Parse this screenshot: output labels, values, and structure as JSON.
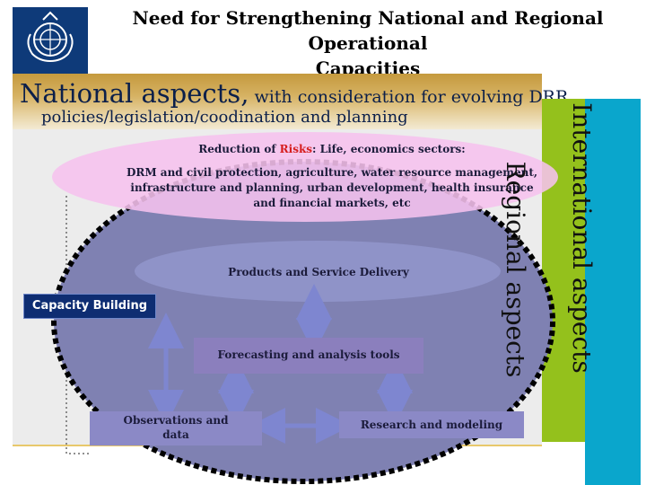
{
  "header": {
    "title_line1": "Need for Strengthening National and Regional Operational",
    "title_line2": "Capacities"
  },
  "national": {
    "heading": "National aspects,",
    "heading_cont": " with consideration for evolving DRR",
    "line2": "policies/legislation/coodination and planning"
  },
  "risk": {
    "prefix": "Reduction of ",
    "highlight": "Risks",
    "suffix": ": Life, economics sectors:",
    "line2": "DRM and civil protection, agriculture, water resource management,",
    "line3": "infrastructure and planning, urban development, health insurance",
    "line4": "and financial markets, etc"
  },
  "products_label": "Products and Service Delivery",
  "capacity_label": "Capacity Building",
  "forecasting_label": "Forecasting and analysis tools",
  "observations": {
    "line1": "Observations and",
    "line2": "data"
  },
  "research_label": "Research and modeling",
  "regional_label": "Regional aspects",
  "international_label": "International aspects",
  "colors": {
    "logo_blue": "#0e3a79",
    "pink_ellipse": "#f6c2ee",
    "dark_ellipse": "#7f81b2",
    "products_ellipse": "#8f93c8",
    "green_band": "#94c11c",
    "blue_band": "#0aa6cc",
    "capacity_box": "#0e2d72",
    "risk_highlight": "#d61e1e"
  },
  "icons": [
    "wmo-emblem-icon",
    "double-arrow-icon"
  ]
}
